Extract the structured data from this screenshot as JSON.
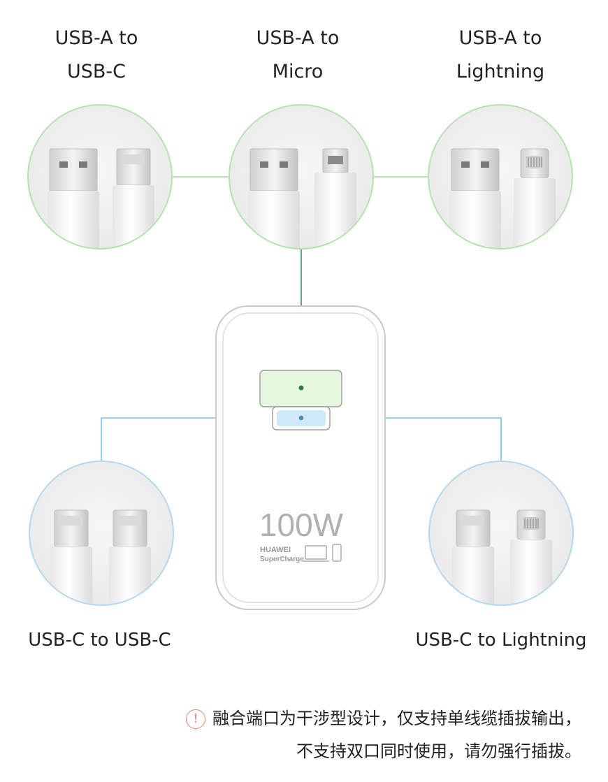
{
  "cables": {
    "top_left": {
      "line1": "USB-A to",
      "line2": "USB-C"
    },
    "top_mid": {
      "line1": "USB-A to",
      "line2": "Micro"
    },
    "top_right": {
      "line1": "USB-A to",
      "line2": "Lightning"
    },
    "bottom_left": {
      "label": "USB-C to USB-C"
    },
    "bottom_right": {
      "label": "USB-C to Lightning"
    }
  },
  "charger": {
    "wattage": "100W",
    "brand": "HUAWEI",
    "tech": "SuperCharge"
  },
  "notice": {
    "icon": "exclamation-circle-icon",
    "line1": "融合端口为干涉型设计，仅支持单线缆插拔输出，",
    "line2": "不支持双口同时使用，请勿强行插拔。"
  },
  "colors": {
    "usb_a_ring": "#b5e3b0",
    "usb_a_line": "#2f9a55",
    "usb_c_ring": "#b4d9ef",
    "usb_c_line": "#7fbfe2",
    "usb_a_port": "#e6f7df",
    "usb_c_port": "#cfe9f8",
    "warning": "#e48a7d"
  }
}
